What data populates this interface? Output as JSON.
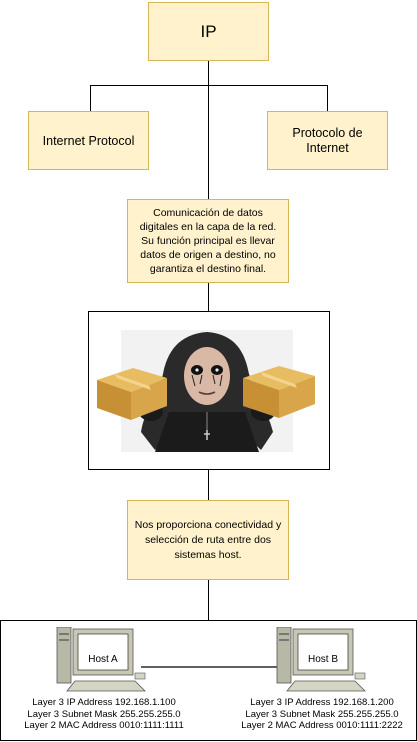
{
  "title_box": "IP",
  "left_box": "Internet Protocol",
  "right_box": "Protocolo de Internet",
  "description": "Comunicación de datos digitales en la capa de la red. Su función principal es llevar datos de origen a destino, no garantiza el destino final.",
  "image_caption": "",
  "connectivity": "Nos proporciona conectividad y selección de ruta entre dos sistemas host.",
  "hosts": [
    {
      "name": "Host A",
      "ip": "Layer 3 IP Address 192.168.1.100",
      "mask": "Layer 3 Subnet Mask 255.255.255.0",
      "mac": "Layer 2 MAC Address 0010:1111:1111"
    },
    {
      "name": "Host B",
      "ip": "Layer 3 IP Address 192.168.1.200",
      "mask": "Layer 3 Subnet Mask 255.255.255.0",
      "mac": "Layer 2 MAC Address 0010:1111:2222"
    }
  ],
  "colors": {
    "box_fill": "#fff2cc",
    "box_border": "#d6b656"
  }
}
